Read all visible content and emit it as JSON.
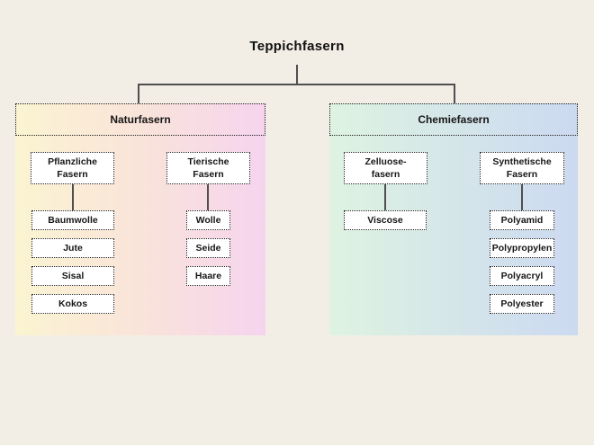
{
  "title": "Teppichfasern",
  "colors": {
    "page_background": "#f3eee5",
    "connector_line": "#4f4f4f",
    "box_border": "#222222",
    "box_fill": "#ffffff",
    "natur_gradient": [
      "#fbf4d1",
      "#f9e3da",
      "#f6d4ef"
    ],
    "chemie_gradient": [
      "#def3e1",
      "#ccd9f1"
    ]
  },
  "panels": [
    {
      "label": "Naturfasern",
      "groups": [
        {
          "line1": "Pflanzliche",
          "line2": "Fasern",
          "children": [
            "Baumwolle",
            "Jute",
            "Sisal",
            "Kokos"
          ]
        },
        {
          "line1": "Tierische",
          "line2": "Fasern",
          "children": [
            "Wolle",
            "Seide",
            "Haare"
          ]
        }
      ]
    },
    {
      "label": "Chemiefasern",
      "groups": [
        {
          "line1": "Zelluose-",
          "line2": "fasern",
          "children": [
            "Viscose"
          ]
        },
        {
          "line1": "Synthetische",
          "line2": "Fasern",
          "children": [
            "Polyamid",
            "Polypropylen",
            "Polyacryl",
            "Polyester"
          ]
        }
      ]
    }
  ]
}
